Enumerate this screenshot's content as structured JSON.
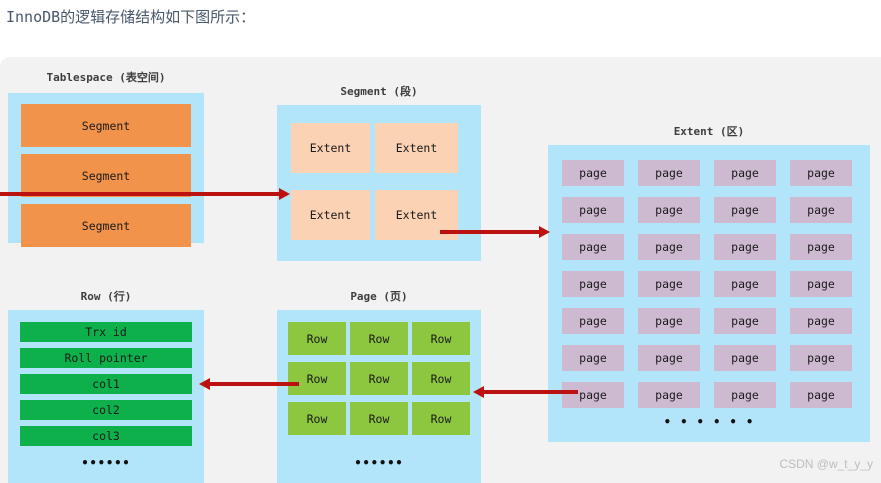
{
  "page": {
    "title": "InnoDB的逻辑存储结构如下图所示：",
    "watermark": "CSDN @w_t_y_y",
    "dots": "••••••"
  },
  "colors": {
    "panel_blue": "#b3e5fa",
    "canvas_gray": "#f2f2f2",
    "segment_orange": "#f2934b",
    "extent_peach": "#fbd2b4",
    "page_purple": "#cdb9d0",
    "row_field_green": "#0db04b",
    "row_box_green": "#8dc63f",
    "arrow_red": "#bb1111",
    "title_text": "#48576a",
    "watermark_text": "#bdbdbd"
  },
  "groups": {
    "tablespace": {
      "label": "Tablespace (表空间)",
      "items": [
        "Segment",
        "Segment",
        "Segment"
      ]
    },
    "segment": {
      "label": "Segment (段)",
      "items": [
        "Extent",
        "Extent",
        "Extent",
        "Extent"
      ]
    },
    "extent": {
      "label": "Extent (区)",
      "items": [
        "page",
        "page",
        "page",
        "page",
        "page",
        "page",
        "page",
        "page",
        "page",
        "page",
        "page",
        "page",
        "page",
        "page",
        "page",
        "page",
        "page",
        "page",
        "page",
        "page",
        "page",
        "page",
        "page",
        "page",
        "page",
        "page",
        "page",
        "page"
      ],
      "dots": "• • • • • •"
    },
    "row": {
      "label": "Row (行)",
      "items": [
        "Trx id",
        "Roll pointer",
        "col1",
        "col2",
        "col3"
      ],
      "dots": "••••••"
    },
    "page_group": {
      "label": "Page (页)",
      "items": [
        "Row",
        "Row",
        "Row",
        "Row",
        "Row",
        "Row",
        "Row",
        "Row",
        "Row"
      ],
      "dots": "••••••"
    }
  },
  "arrows": [
    {
      "name": "tablespace-to-segment",
      "direction": "right"
    },
    {
      "name": "segment-to-extent",
      "direction": "right"
    },
    {
      "name": "extent-to-page",
      "direction": "left"
    },
    {
      "name": "page-to-row",
      "direction": "left"
    }
  ]
}
